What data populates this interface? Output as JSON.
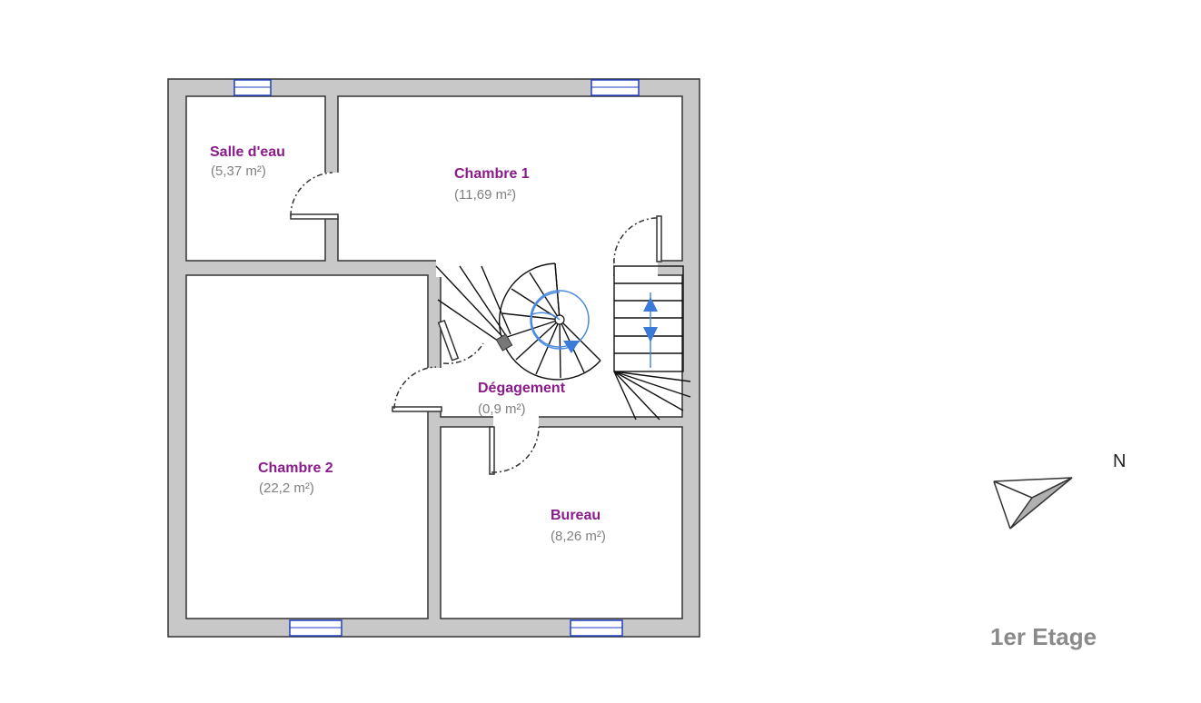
{
  "rooms": [
    {
      "name": "Salle d'eau",
      "area": "(5,37 m²)"
    },
    {
      "name": "Chambre 1",
      "area": "(11,69 m²)"
    },
    {
      "name": "Chambre 2",
      "area": "(22,2 m²)"
    },
    {
      "name": "Dégagement",
      "area": "(0,9 m²)"
    },
    {
      "name": "Bureau",
      "area": "(8,26 m²)"
    }
  ],
  "compass": {
    "label": "N"
  },
  "floor": {
    "label": "1er Etage"
  },
  "colors": {
    "room_name": "#8b1a8b",
    "room_area": "#808080",
    "wall_fill": "#c8c8c8",
    "window": "#1f3fbf",
    "stair_arrow": "#3a7ad8"
  }
}
